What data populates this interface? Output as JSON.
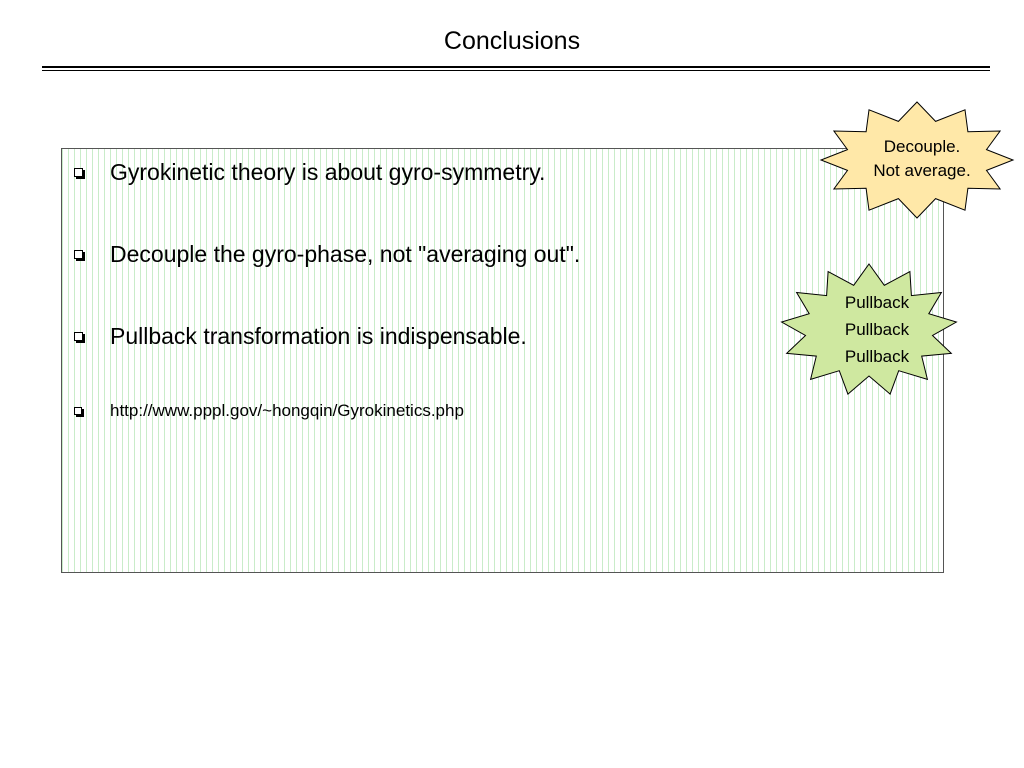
{
  "slide": {
    "title": "Conclusions"
  },
  "bullets": [
    {
      "text": "Gyrokinetic theory is about gyro-symmetry.",
      "size": "large"
    },
    {
      "text": "Decouple the gyro-phase, not \"averaging out\".",
      "size": "large"
    },
    {
      "text": "Pullback transformation is indispensable.",
      "size": "large"
    },
    {
      "text": "http://www.pppl.gov/~hongqin/Gyrokinetics.php",
      "size": "small"
    }
  ],
  "callouts": {
    "decouple": {
      "lines": [
        "Decouple.",
        "Not average."
      ],
      "fill": "#ffe8a8"
    },
    "pullback": {
      "lines": [
        "Pullback",
        "Pullback",
        "Pullback"
      ],
      "fill": "#cfe8a0"
    }
  },
  "colors": {
    "grid_line": "#c9ecc9",
    "box_border": "#555555",
    "burst_stroke": "#000000"
  }
}
